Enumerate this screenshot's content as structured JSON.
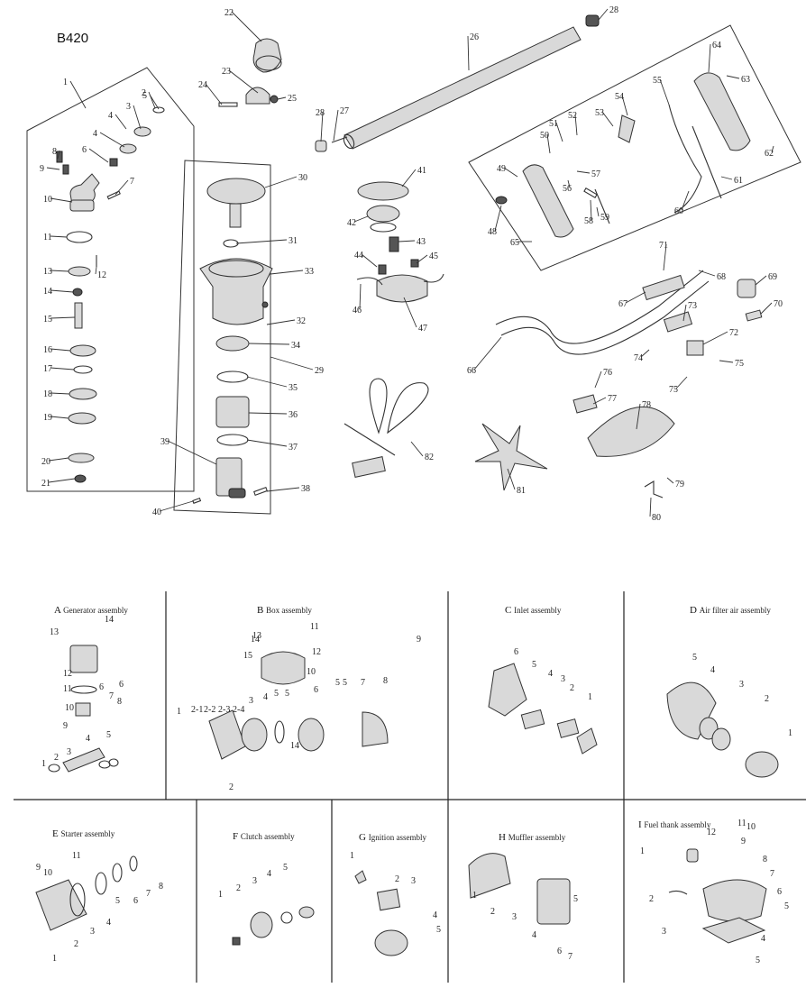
{
  "model": "B420",
  "top_labels": [
    "1",
    "2",
    "3",
    "4",
    "4",
    "5",
    "6",
    "7",
    "8",
    "9",
    "10",
    "11",
    "12",
    "13",
    "14",
    "15",
    "16",
    "17",
    "18",
    "19",
    "20",
    "21",
    "22",
    "23",
    "24",
    "25",
    "26",
    "27",
    "28",
    "28",
    "29",
    "30",
    "31",
    "32",
    "33",
    "34",
    "35",
    "36",
    "37",
    "38",
    "39",
    "40",
    "41",
    "42",
    "43",
    "44",
    "45",
    "46",
    "47",
    "48",
    "49",
    "50",
    "51",
    "52",
    "53",
    "54",
    "55",
    "56",
    "57",
    "58",
    "59",
    "60",
    "61",
    "62",
    "63",
    "64",
    "65",
    "66",
    "67",
    "68",
    "69",
    "70",
    "71",
    "72",
    "73",
    "74",
    "75",
    "75",
    "76",
    "77",
    "78",
    "79",
    "80",
    "81",
    "82"
  ],
  "assemblies": [
    {
      "letter": "A",
      "title": "Generator assembly",
      "labels": [
        "1",
        "2",
        "3",
        "4",
        "5",
        "6",
        "6",
        "7",
        "8",
        "9",
        "10",
        "11",
        "12",
        "13",
        "14"
      ]
    },
    {
      "letter": "B",
      "title": "Box assembly",
      "labels": [
        "1",
        "2",
        "2-1",
        "2-2",
        "2-3",
        "2-4",
        "3",
        "4",
        "5",
        "5",
        "5",
        "5",
        "6",
        "7",
        "8",
        "9",
        "10",
        "11",
        "12",
        "13",
        "14",
        "14",
        "15"
      ]
    },
    {
      "letter": "C",
      "title": "Inlet assembly",
      "labels": [
        "1",
        "2",
        "3",
        "4",
        "5",
        "6"
      ]
    },
    {
      "letter": "D",
      "title": "Air filter air assembly",
      "labels": [
        "1",
        "2",
        "3",
        "4",
        "5"
      ]
    },
    {
      "letter": "E",
      "title": "Starter assembly",
      "labels": [
        "1",
        "2",
        "3",
        "4",
        "5",
        "6",
        "7",
        "8",
        "9",
        "10",
        "11"
      ]
    },
    {
      "letter": "F",
      "title": "Clutch assembly",
      "labels": [
        "1",
        "2",
        "3",
        "4",
        "5"
      ]
    },
    {
      "letter": "G",
      "title": "Ignition assembly",
      "labels": [
        "1",
        "2",
        "3",
        "4",
        "5"
      ]
    },
    {
      "letter": "H",
      "title": "Muffler assembly",
      "labels": [
        "1",
        "2",
        "3",
        "4",
        "5",
        "6",
        "7"
      ]
    },
    {
      "letter": "I",
      "title": "Fuel thank assembly",
      "labels": [
        "1",
        "2",
        "3",
        "4",
        "5",
        "5",
        "6",
        "7",
        "8",
        "9",
        "10",
        "11",
        "12"
      ]
    }
  ]
}
